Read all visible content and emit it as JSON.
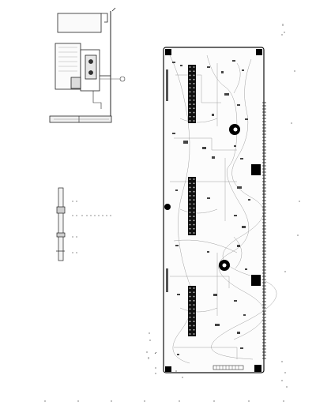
{
  "document": {
    "kind": "PCB board layout drawing (component side)",
    "colors": {
      "background": "#ffffff",
      "trace": "#9a9a9a",
      "outline": "#111111",
      "dark_part": "#000000"
    }
  },
  "board": {
    "connectors": [
      {
        "id": "upper",
        "pins": 28
      },
      {
        "id": "middle",
        "pins": 28
      },
      {
        "id": "lower",
        "pins": 24
      }
    ],
    "mounting_holes": 6
  },
  "side_view_top": {},
  "side_view_bottom": {},
  "dimension_ticks": {}
}
